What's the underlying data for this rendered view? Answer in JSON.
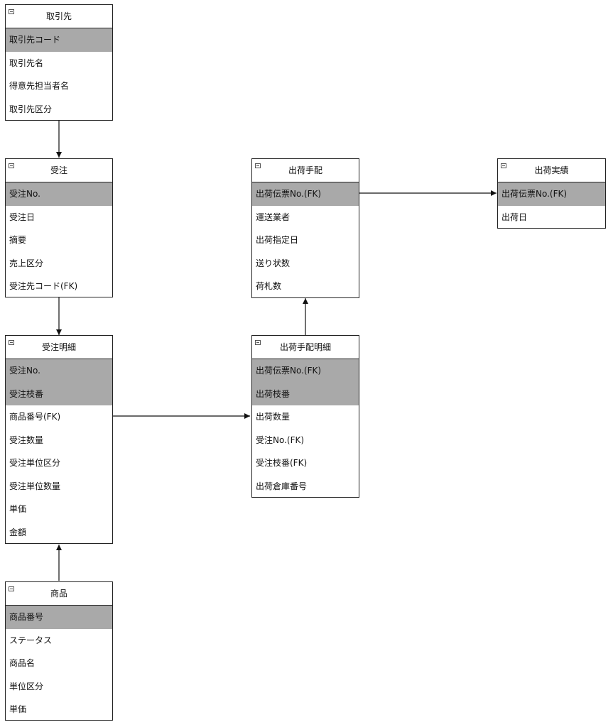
{
  "entities": {
    "torihikisaki": {
      "title": "取引先",
      "fields": [
        {
          "label": "取引先コード",
          "pk": true
        },
        {
          "label": "取引先名",
          "pk": false
        },
        {
          "label": "得意先担当者名",
          "pk": false
        },
        {
          "label": "取引先区分",
          "pk": false
        }
      ]
    },
    "juchu": {
      "title": "受注",
      "fields": [
        {
          "label": "受注No.",
          "pk": true
        },
        {
          "label": "受注日",
          "pk": false
        },
        {
          "label": "摘要",
          "pk": false
        },
        {
          "label": "売上区分",
          "pk": false
        },
        {
          "label": "受注先コード(FK)",
          "pk": false
        }
      ]
    },
    "juchu_meisai": {
      "title": "受注明細",
      "fields": [
        {
          "label": "受注No.",
          "pk": true
        },
        {
          "label": "受注枝番",
          "pk": true
        },
        {
          "label": "商品番号(FK)",
          "pk": false
        },
        {
          "label": "受注数量",
          "pk": false
        },
        {
          "label": "受注単位区分",
          "pk": false
        },
        {
          "label": "受注単位数量",
          "pk": false
        },
        {
          "label": "単価",
          "pk": false
        },
        {
          "label": "金額",
          "pk": false
        }
      ]
    },
    "shohin": {
      "title": "商品",
      "fields": [
        {
          "label": "商品番号",
          "pk": true
        },
        {
          "label": "ステータス",
          "pk": false
        },
        {
          "label": "商品名",
          "pk": false
        },
        {
          "label": "単位区分",
          "pk": false
        },
        {
          "label": "単価",
          "pk": false
        }
      ]
    },
    "shukka_tehai": {
      "title": "出荷手配",
      "fields": [
        {
          "label": "出荷伝票No.(FK)",
          "pk": true
        },
        {
          "label": "運送業者",
          "pk": false
        },
        {
          "label": "出荷指定日",
          "pk": false
        },
        {
          "label": "送り状数",
          "pk": false
        },
        {
          "label": "荷札数",
          "pk": false
        }
      ]
    },
    "shukka_tehai_meisai": {
      "title": "出荷手配明細",
      "fields": [
        {
          "label": "出荷伝票No.(FK)",
          "pk": true
        },
        {
          "label": "出荷枝番",
          "pk": true
        },
        {
          "label": "出荷数量",
          "pk": false
        },
        {
          "label": "受注No.(FK)",
          "pk": false
        },
        {
          "label": "受注枝番(FK)",
          "pk": false
        },
        {
          "label": "出荷倉庫番号",
          "pk": false
        }
      ]
    },
    "shukka_jisseki": {
      "title": "出荷実績",
      "fields": [
        {
          "label": "出荷伝票No.(FK)",
          "pk": true
        },
        {
          "label": "出荷日",
          "pk": false
        }
      ]
    }
  }
}
